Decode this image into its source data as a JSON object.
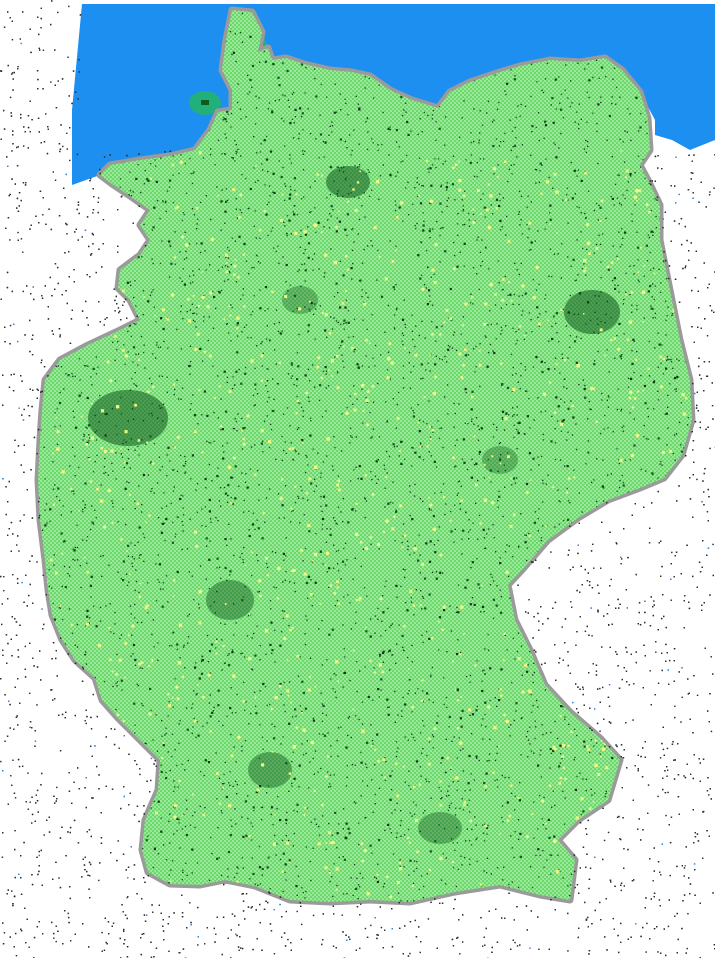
{
  "map": {
    "colors": {
      "background": "#ffffff",
      "sea": "#1c8ff0",
      "coastal_band": "#22b07a",
      "land_fill": "#6ad86a",
      "land_texture": "#9be89b",
      "border_outline": "#9a9a9a",
      "dense_settlement": "#0f5a1e",
      "settlement_dots": "#0c3a12",
      "open_land_highlight": "#eef585",
      "exterior_noise": "#2a2a2a",
      "water_dots": "#2a7fe0"
    },
    "layers": [
      "sea",
      "coastal-zone",
      "country-landmass",
      "dense-settlement-clusters",
      "settlement-texture",
      "open-land-highlights",
      "surrounding-noise"
    ]
  }
}
